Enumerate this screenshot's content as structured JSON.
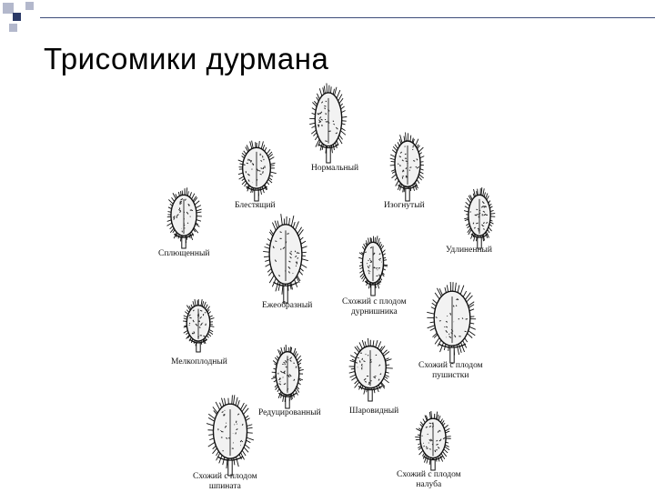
{
  "slide": {
    "title": "Трисомики дурмана"
  },
  "figure": {
    "labels": {
      "normal": "Нормальный",
      "shiny": "Блестящий",
      "bent": "Изогнутый",
      "flattened": "Сплющенный",
      "elongated": "Удлиненный",
      "hedgehog": "Ежеобразный",
      "nut_like_1": "Схожий с плодом",
      "nut_like_2": "дурнишника",
      "small_fruit": "Мелкоплодный",
      "pumpkin_like_1": "Схожий с плодом",
      "pumpkin_like_2": "пушистки",
      "reduced": "Редуцированный",
      "globular": "Шаровидный",
      "spinach_like_1": "Схожий с плодом",
      "spinach_like_2": "шпината",
      "nalub_like_1": "Схожий с плодом",
      "nalub_like_2": "налуба"
    }
  },
  "colors": {
    "title_text": "#000000",
    "accent_dark": "#2b3a67",
    "accent_light": "#b3b8cc"
  }
}
